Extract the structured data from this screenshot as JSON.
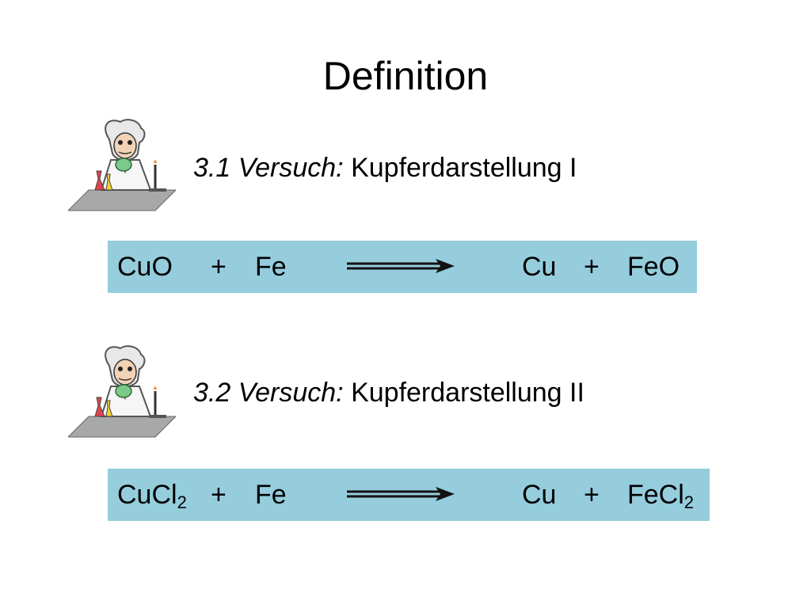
{
  "slide": {
    "title": "Definition"
  },
  "experiments": [
    {
      "number": "3.1 Versuch:",
      "name": "Kupferdarstellung I",
      "equation": {
        "reactant1": "CuO",
        "reactant1_sub": "",
        "plus1": "+",
        "reactant2": "Fe",
        "product1": "Cu",
        "plus2": "+",
        "product2": "FeO",
        "product2_sub": ""
      }
    },
    {
      "number": "3.2 Versuch:",
      "name": "Kupferdarstellung II",
      "equation": {
        "reactant1": "CuCl",
        "reactant1_sub": "2",
        "plus1": "+",
        "reactant2": "Fe",
        "product1": "Cu",
        "plus2": "+",
        "product2": "FeCl",
        "product2_sub": "2"
      }
    }
  ],
  "colors": {
    "equation_bar": "#95CDDD"
  },
  "icons": [
    "scientist-icon",
    "arrow-right-icon"
  ]
}
